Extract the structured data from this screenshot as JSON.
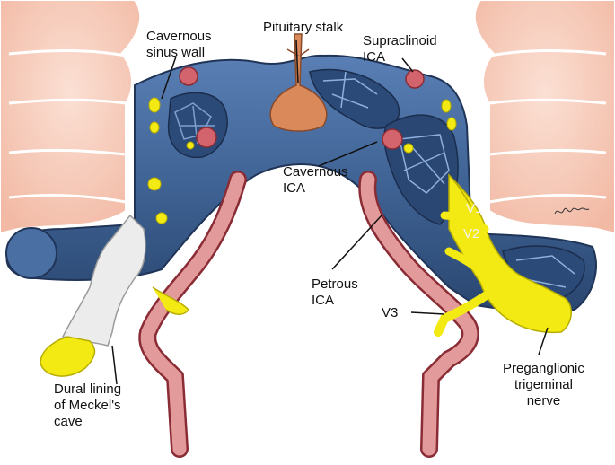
{
  "labels": {
    "pituitary_stalk": "Pituitary stalk",
    "cavernous_sinus_wall": [
      "Cavernous",
      "sinus wall"
    ],
    "supraclinoid_ica": [
      "Supraclinoid",
      "ICA"
    ],
    "cavernous_ica": [
      "Cavernous",
      "ICA"
    ],
    "petrous_ica": [
      "Petrous",
      "ICA"
    ],
    "v1": "V1",
    "v2": "V2",
    "v3": "V3",
    "dural_lining": [
      "Dural lining",
      "of Meckel's",
      "cave"
    ],
    "preganglionic_trigeminal": [
      "Preganglionic",
      "trigeminal",
      "nerve"
    ]
  },
  "colors": {
    "sinus_blue": "#3f6394",
    "sinus_dark": "#1f3457",
    "bone_pink": "#f7c8b8",
    "artery_red": "#d0606a",
    "nerve_yellow": "#f2ea12",
    "dura_white": "#ececec",
    "pituitary_orange": "#d9895a"
  }
}
